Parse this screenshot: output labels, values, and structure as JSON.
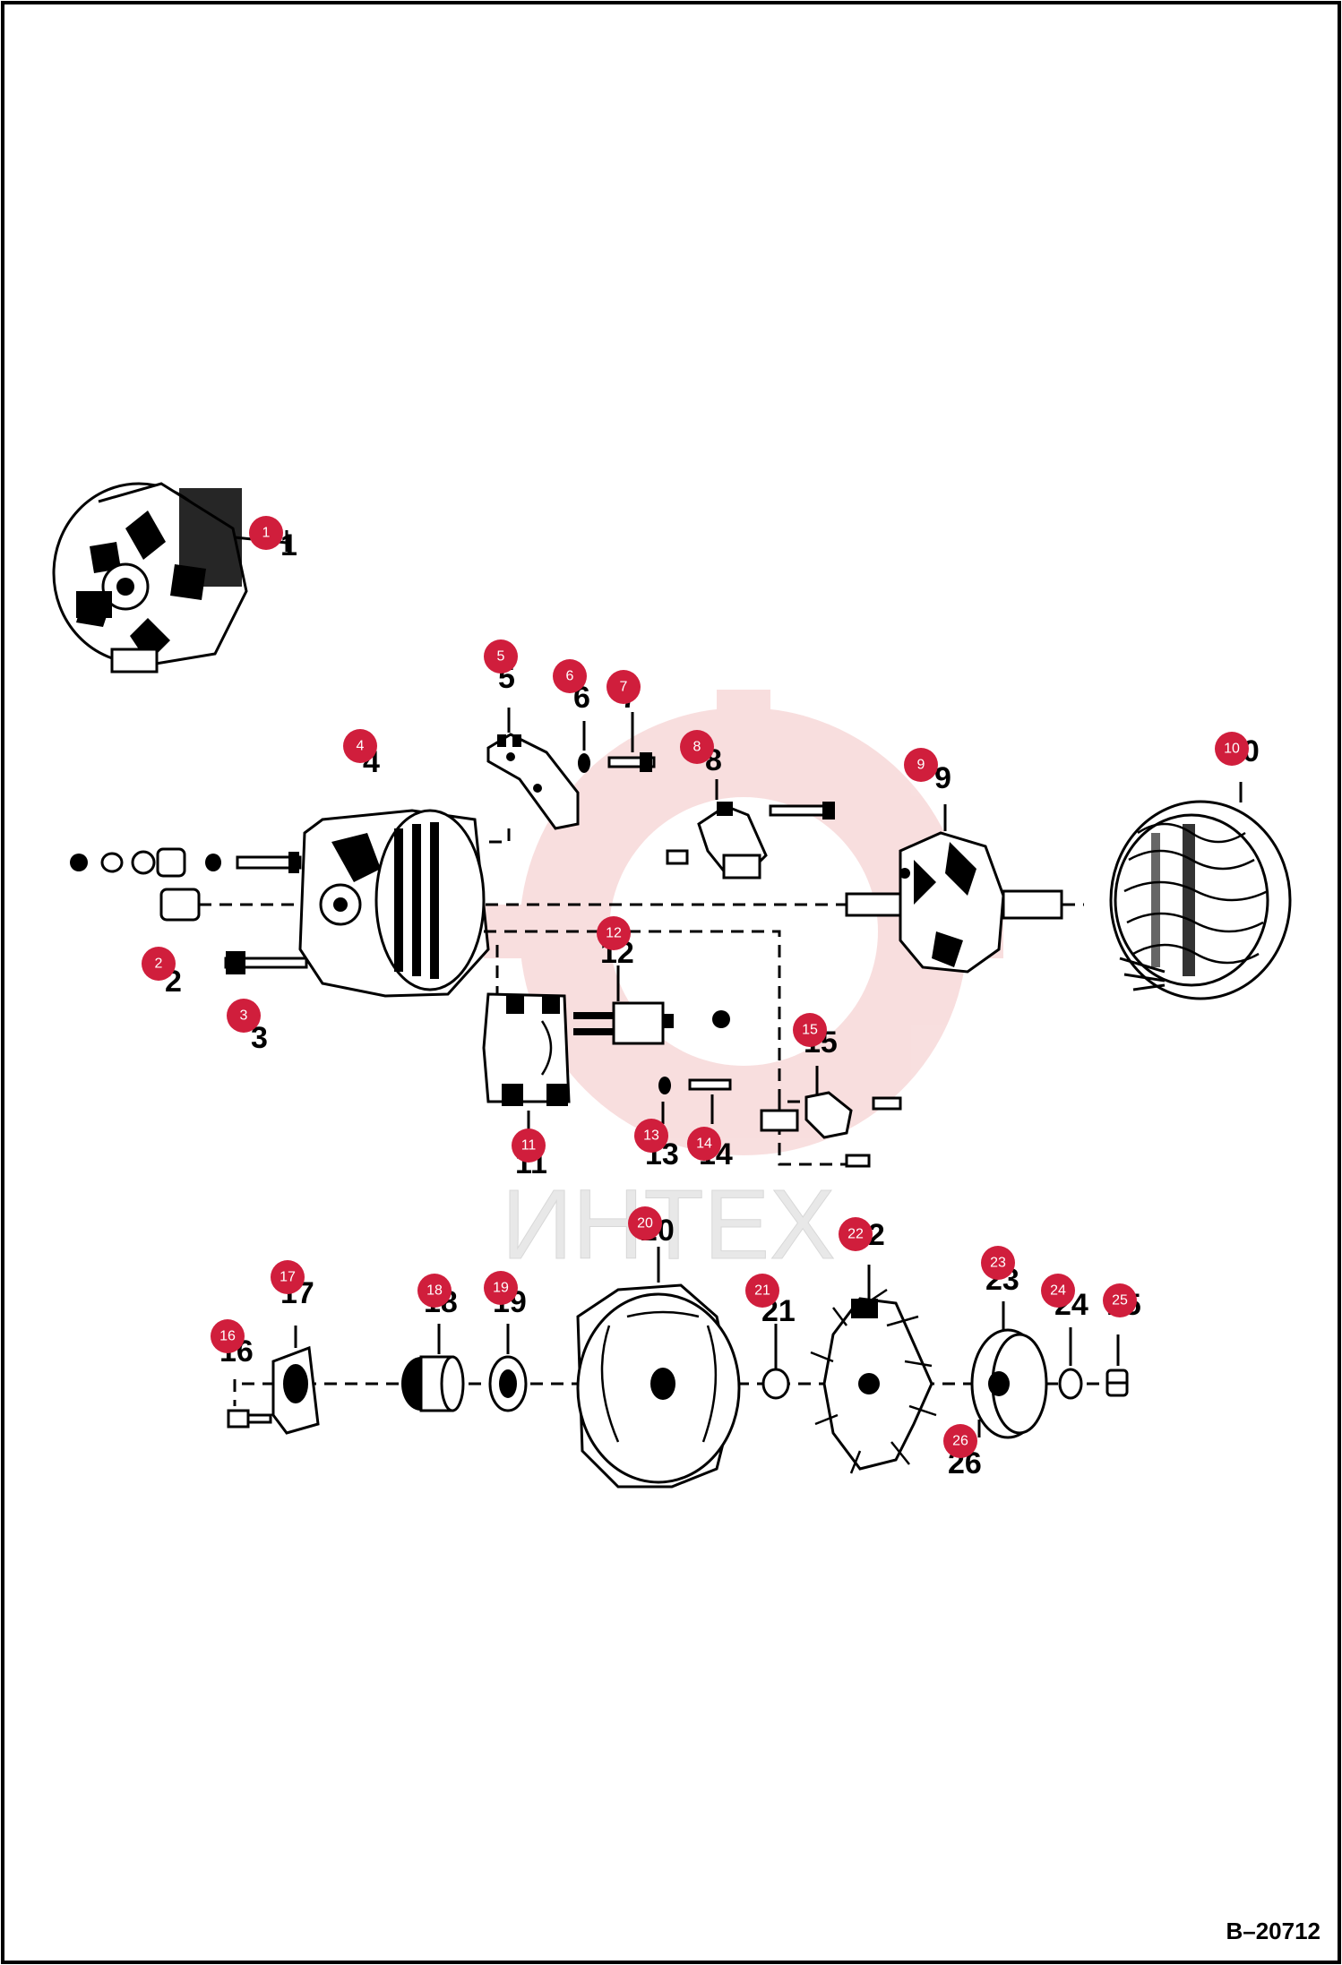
{
  "doc_code": "B–20712",
  "watermark_text": "ИНТЕХ",
  "colors": {
    "badge": "#d01e3c",
    "line": "#000000",
    "watermark": "#f3c4c4"
  },
  "parts": [
    {
      "n": "1"
    },
    {
      "n": "2"
    },
    {
      "n": "3"
    },
    {
      "n": "4"
    },
    {
      "n": "5"
    },
    {
      "n": "6"
    },
    {
      "n": "7"
    },
    {
      "n": "8"
    },
    {
      "n": "9"
    },
    {
      "n": "10"
    },
    {
      "n": "11"
    },
    {
      "n": "12"
    },
    {
      "n": "13"
    },
    {
      "n": "14"
    },
    {
      "n": "15"
    },
    {
      "n": "16"
    },
    {
      "n": "17"
    },
    {
      "n": "18"
    },
    {
      "n": "19"
    },
    {
      "n": "20"
    },
    {
      "n": "21"
    },
    {
      "n": "22"
    },
    {
      "n": "23"
    },
    {
      "n": "24"
    },
    {
      "n": "25"
    },
    {
      "n": "26"
    }
  ]
}
